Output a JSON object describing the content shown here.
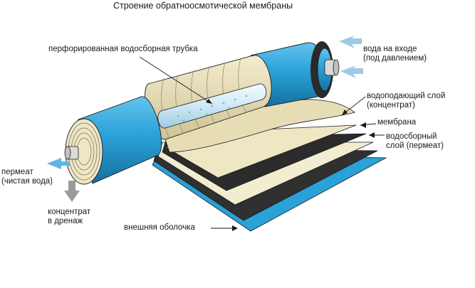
{
  "title": "Строение обратноосмотической мембраны",
  "labels": {
    "perforated_tube": "перфорированная водосборная трубка",
    "water_inlet_1": "вода на входе",
    "water_inlet_2": "(под давлением)",
    "feed_layer_1": "водоподающий слой",
    "feed_layer_2": "(концентрат)",
    "membrane": "мембрана",
    "collector_layer_1": "водосборный",
    "collector_layer_2": "слой (пермеат)",
    "permeate_1": "пермеат",
    "permeate_2": "(чистая вода)",
    "concentrate_1": "концентрат",
    "concentrate_2": "в дренаж",
    "outer_shell": "внешняя оболочка"
  },
  "colors": {
    "shell_blue": "#2aa1d8",
    "shell_dark": "#1677ae",
    "membrane_dark": "#2b2b2b",
    "layer_cream": "#f1eccb",
    "layer_beige": "#dcd3a8",
    "tube_light": "#d6eef6",
    "inlet_arrow": "#9fc9e6",
    "permeate_arrow": "#5fb5e6",
    "concentrate_arrow": "#9a9a9a"
  }
}
